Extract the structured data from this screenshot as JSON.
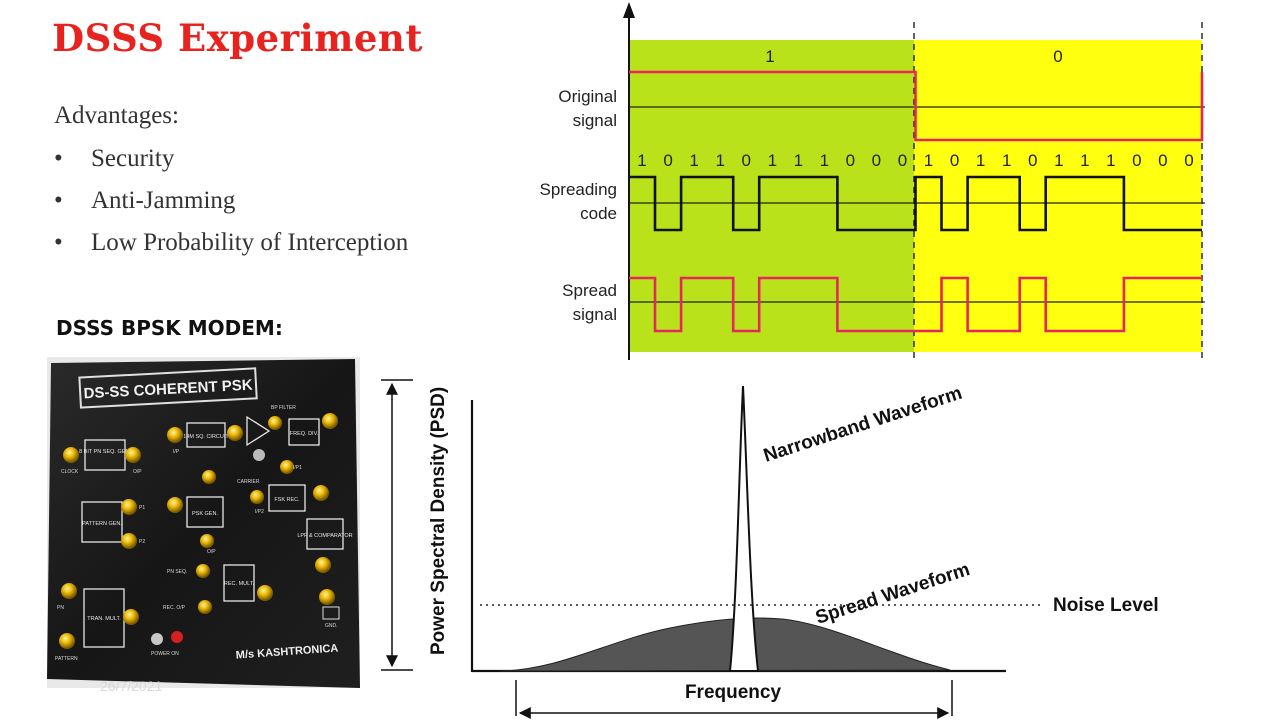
{
  "slide": {
    "title": "DSSS Experiment",
    "advantages_heading": "Advantages:",
    "advantages": [
      "Security",
      "Anti-Jamming",
      "Low Probability of Interception"
    ],
    "bullet_glyph": "•",
    "modem_heading": "DSSS BPSK MODEM:",
    "date": "26/7/2021"
  },
  "photo": {
    "panel_title": "DS-SS  COHERENT  PSK",
    "maker": "M/s  KASHTRONICA",
    "blocks": [
      "8 BIT PN SEQ. GEN.",
      "14M SQ. CIRCUIT",
      "FREQ. DIV.",
      "PATTERN GEN.",
      "PSK GEN.",
      "FSK REC.",
      "LPF & COMPARATOR",
      "REC. MULT.",
      "TRAN. MULT."
    ],
    "labels": [
      "CLOCK",
      "O/P",
      "I/P",
      "BP FILTER",
      "CARRIER",
      "I/P1",
      "P1",
      "P2",
      "I/P2",
      "O/P",
      "PN SEQ.",
      "REC. O/P",
      "PN",
      "PATTERN",
      "POWER ON",
      "GND."
    ]
  },
  "timing": {
    "bits": [
      "1",
      "0"
    ],
    "row_labels": [
      [
        "Original",
        "signal"
      ],
      [
        "Spreading",
        "code"
      ],
      [
        "Spread",
        "signal"
      ]
    ],
    "data_bits": [
      1,
      0
    ],
    "chips": [
      1,
      0,
      1,
      1,
      0,
      1,
      1,
      1,
      0,
      0,
      0,
      1,
      0,
      1,
      1,
      0,
      1,
      1,
      1,
      0,
      0,
      0
    ],
    "colors": {
      "bit1_bg": "#b9e21a",
      "bit0_bg": "#ffff10",
      "pink": "#e8265e",
      "black": "#111111"
    }
  },
  "psd": {
    "ylabel": "Power Spectral Density (PSD)",
    "xlabel": "Frequency",
    "narrowband_label": "Narrowband Waveform",
    "spread_label": "Spread Waveform",
    "noise_label": "Noise Level"
  }
}
